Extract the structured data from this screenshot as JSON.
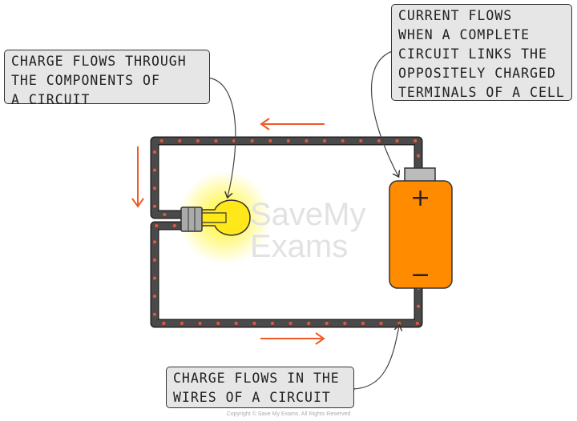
{
  "labels": {
    "components": [
      "CHARGE FLOWS THROUGH",
      "THE COMPONENTS OF",
      "A CIRCUIT"
    ],
    "cell": [
      "CURRENT FLOWS",
      "WHEN A COMPLETE",
      "CIRCUIT LINKS THE",
      "OPPOSITELY CHARGED",
      "TERMINALS OF A CELL"
    ],
    "wires": [
      "CHARGE FLOWS IN THE",
      "WIRES OF A CIRCUIT"
    ]
  },
  "battery": {
    "positive": "+",
    "negative": "−"
  },
  "watermark": [
    "SaveMy",
    "Exams"
  ],
  "copyright": "Copyright © Save My Exams. All Rights Reserved",
  "colors": {
    "wire": "#4a4a4a",
    "charge": "#e8573a",
    "battery": "#ff8c00",
    "bulb": "#ffe81a",
    "arrow": "#f05a28",
    "label_bg": "#e6e6e6"
  }
}
